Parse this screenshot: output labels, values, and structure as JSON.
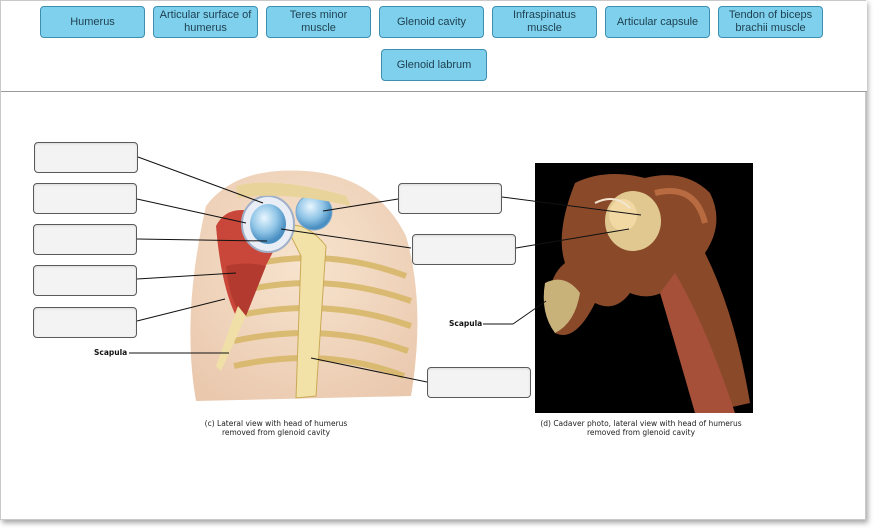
{
  "word_bank": [
    "Humerus",
    "Articular surface of humerus",
    "Teres minor muscle",
    "Glenoid cavity",
    "Infraspinatus muscle",
    "Articular capsule",
    "Tendon of biceps brachii muscle",
    "Glenoid labrum"
  ],
  "figure_c": {
    "caption_line1": "(c) Lateral view with head of humerus",
    "caption_line2": "removed from glenoid cavity",
    "label": "Scapula"
  },
  "figure_d": {
    "caption_line1": "(d) Cadaver photo, lateral view with head of humerus",
    "caption_line2": "removed from glenoid cavity",
    "label": "Scapula"
  },
  "colors": {
    "chip_fill": "#7fd0ec",
    "chip_border": "#3d8fb0",
    "dropbox_fill": "#f3f3f3",
    "photo_background": "#000000"
  }
}
